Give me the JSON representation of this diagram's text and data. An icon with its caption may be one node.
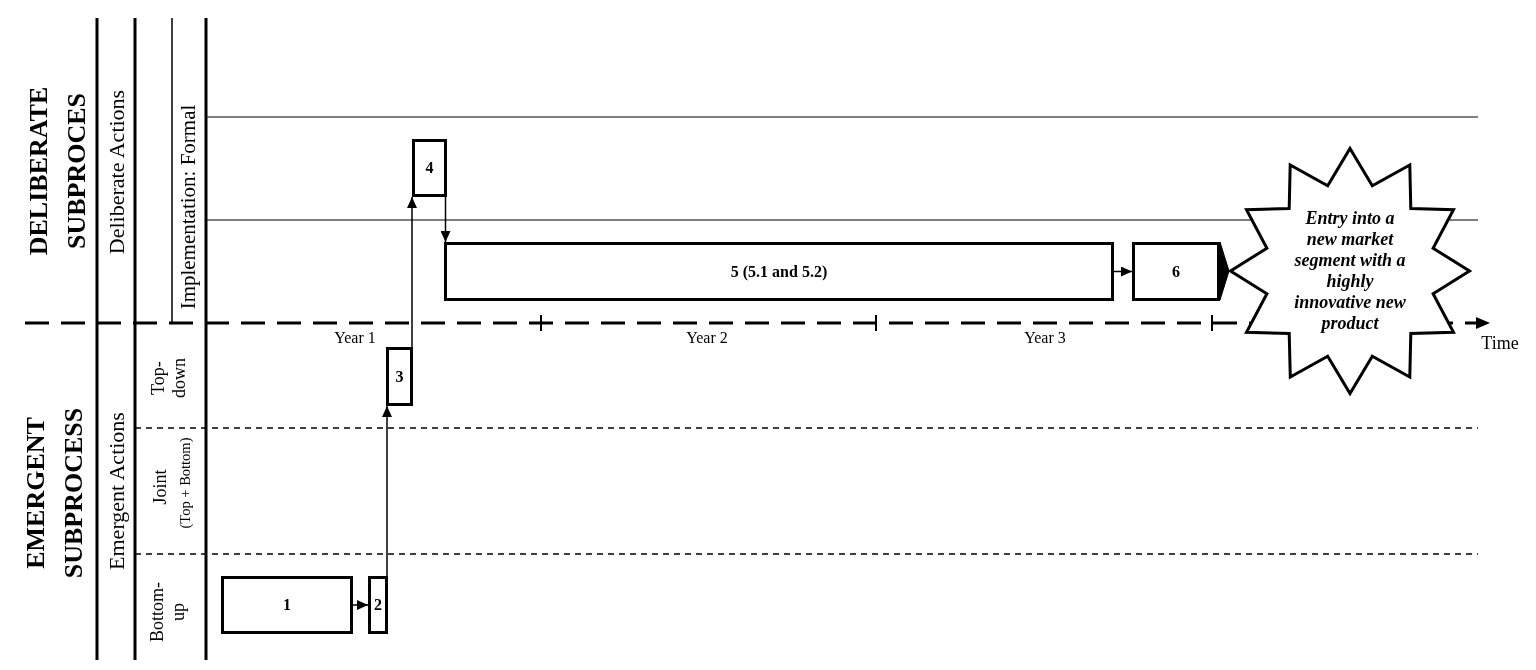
{
  "diagram": {
    "nodes": [
      {
        "text": [
          "1"
        ]
      },
      {
        "text": [
          "2"
        ]
      },
      {
        "text": [
          "3"
        ]
      },
      {
        "text": [
          "4"
        ]
      },
      {
        "text": [
          "5 (5.1 and 5.2)"
        ]
      },
      {
        "text": [
          "6"
        ]
      },
      {
        "text": [
          "Entry into a new market segment with a highly innovative new product"
        ]
      }
    ],
    "edges": [
      {
        "from": 0,
        "to": 1,
        "arrow": "to"
      },
      {
        "from": 1,
        "to": 2,
        "arrow": "to"
      },
      {
        "from": 2,
        "to": 3,
        "arrow": "to"
      },
      {
        "from": 3,
        "to": 4,
        "arrow": "to"
      },
      {
        "from": 4,
        "to": 5,
        "arrow": "to"
      },
      {
        "from": 5,
        "to": 6,
        "arrow": "to"
      }
    ],
    "labels": [
      "DELIBERATE SUBPROCES",
      "Deliberate Actions",
      "Implementation: Formal",
      "Year 1",
      "Year 2",
      "Year 3",
      "Time",
      "EMERGENT SUBPROCESS",
      "Emergent Actions",
      "Top-down",
      "Joint",
      "(Top + Bottom)",
      "Bottom-up"
    ]
  }
}
